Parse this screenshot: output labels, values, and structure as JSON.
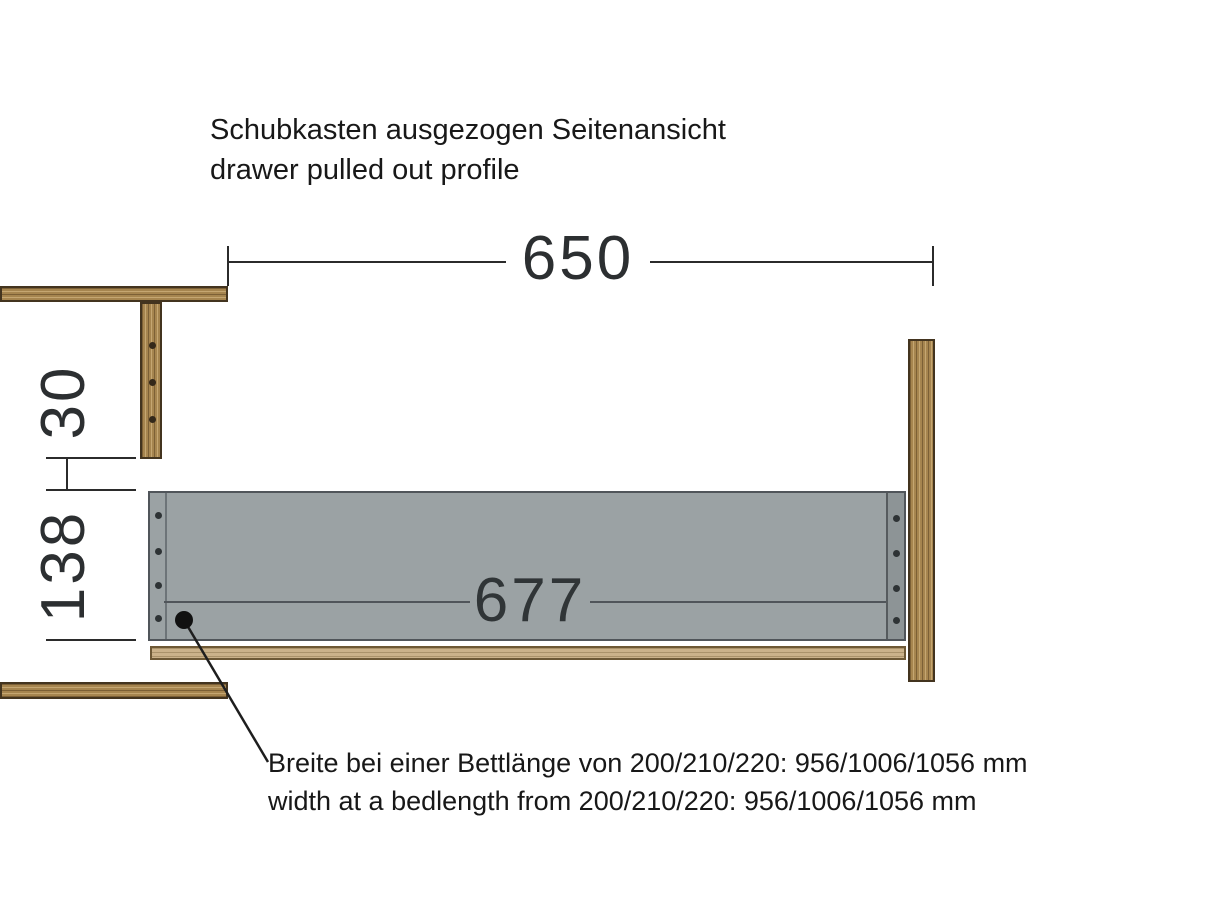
{
  "title": {
    "line1_de": "Schubkasten ausgezogen Seitenansicht",
    "line2_en": "drawer pulled out profile"
  },
  "dimensions": {
    "overall_width_mm": "650",
    "clearance_mm": "30",
    "side_height_mm": "138",
    "drawer_length_mm": "677"
  },
  "footnote": {
    "line1_de": "Breite bei einer Bettlänge von 200/210/220: 956/1006/1056 mm",
    "line2_en": "width at a bedlength from 200/210/220: 956/1006/1056 mm"
  },
  "colors": {
    "wood": "#a6854f",
    "wood_border": "#43341f",
    "drawer_gray": "#9ba2a4",
    "drawer_border": "#50555a",
    "drawer_bottom_tan": "#cbb28a",
    "dimension_line": "#2b2b2b",
    "leader_dot": "#111111",
    "text": "#181818"
  }
}
